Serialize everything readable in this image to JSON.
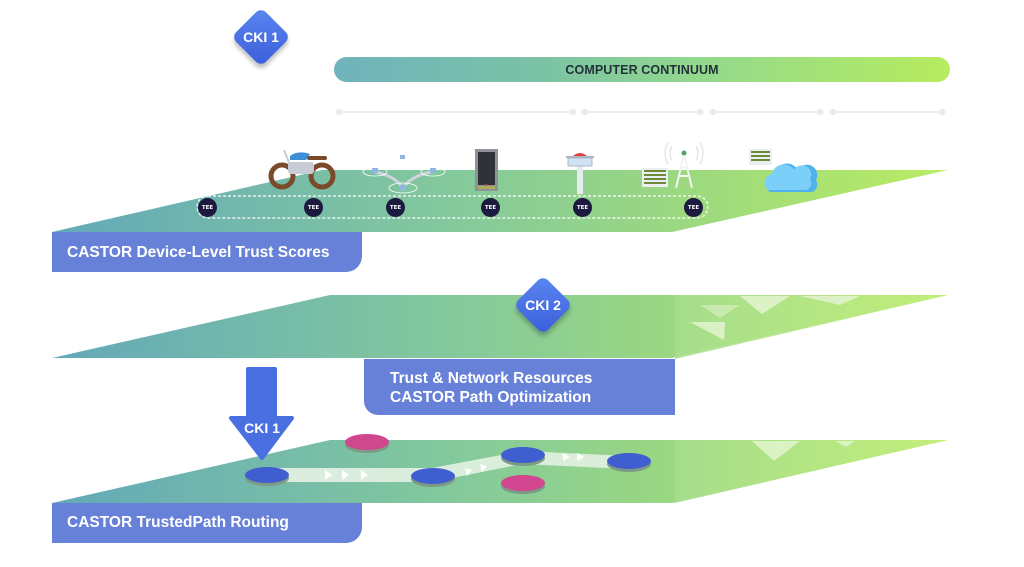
{
  "diagram": {
    "continuum": {
      "label": "COMPUTER CONTINUUM"
    },
    "badges": {
      "cki1_top": "CKI 1",
      "cki2": "CKI 2",
      "cki1_arrow": "CKI 1"
    },
    "layers": [
      {
        "id": "device-trust",
        "label": "CASTOR Device-Level Trust Scores",
        "devices": [
          "motorcycle",
          "drone-swarm",
          "server-rack",
          "control-tower",
          "cell-tower",
          "cloud"
        ],
        "tee_label": "TEE",
        "tee_count": 6
      },
      {
        "id": "path-optimization",
        "label_line1": "Trust & Network Resources",
        "label_line2": "CASTOR Path Optimization"
      },
      {
        "id": "trusted-routing",
        "label": "CASTOR TrustedPath Routing",
        "nodes": [
          {
            "type": "path",
            "color": "blue"
          },
          {
            "type": "path",
            "color": "blue"
          },
          {
            "type": "path",
            "color": "blue"
          },
          {
            "type": "path",
            "color": "blue"
          },
          {
            "type": "untrusted",
            "color": "magenta"
          },
          {
            "type": "untrusted",
            "color": "magenta"
          }
        ]
      }
    ],
    "colors": {
      "diamond": "#3f66e0",
      "label_box": "#6781d8",
      "tee": "#1c1b3f",
      "node_blue": "#3f5ecf",
      "node_magenta": "#d0468f",
      "layer_start": "#63a9b9",
      "layer_end": "#b9ec63"
    }
  }
}
